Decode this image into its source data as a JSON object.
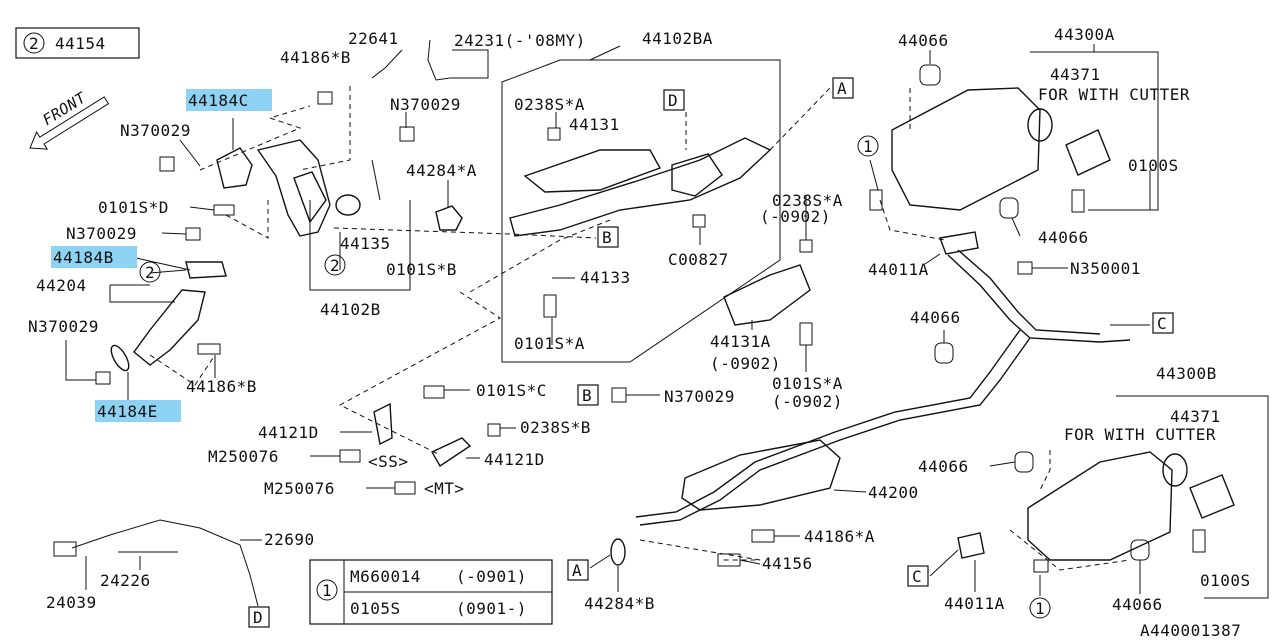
{
  "legend_top": {
    "circle": "2",
    "part": "44154"
  },
  "front_label": "FRONT",
  "legend_bottom": {
    "circle": "1",
    "rows": [
      {
        "part": "M660014",
        "range": "(-0901)"
      },
      {
        "part": "0105S",
        "range": "(0901-)"
      }
    ]
  },
  "callouts": {
    "A": "A",
    "B": "B",
    "C": "C",
    "D": "D"
  },
  "markers": {
    "one": "1",
    "two": "2"
  },
  "labels": {
    "p22641": "22641",
    "p24231": "24231(-'08MY)",
    "p44102BA": "44102BA",
    "p44186B_top": "44186*B",
    "p44184C": "44184C",
    "pN370029_a": "N370029",
    "pN370029_b": "N370029",
    "p0238SA_top": "0238S*A",
    "p44131": "44131",
    "p44284A": "44284*A",
    "p0101SD": "0101S*D",
    "pN370029_c": "N370029",
    "p44184B": "44184B",
    "p44135": "44135",
    "p0101SB": "0101S*B",
    "p44204": "44204",
    "p44102B": "44102B",
    "p44133": "44133",
    "pC00827": "C00827",
    "pN370029_d": "N370029",
    "p0101SA_mid": "0101S*A",
    "p44186B_bot": "44186*B",
    "p44184E": "44184E",
    "p0101SC": "0101S*C",
    "pN370029_e": "N370029",
    "p44121D_a": "44121D",
    "p0238SB": "0238S*B",
    "pM250076_a": "M250076",
    "pSS": "<SS>",
    "p44121D_b": "44121D",
    "pM250076_b": "M250076",
    "pMT": "<MT>",
    "p22690": "22690",
    "p24226": "24226",
    "p24039": "24039",
    "p0238SA_right": "0238S*A",
    "p0902_a": "(-0902)",
    "p44131A": "44131A",
    "p0902_b": "(-0902)",
    "p0101SA_right": "0101S*A",
    "p0902_c": "(-0902)",
    "p44066_a": "44066",
    "p44300A": "44300A",
    "p44371_a": "44371",
    "pCutter_a": "FOR WITH CUTTER",
    "p0100S_a": "0100S",
    "p44066_b": "44066",
    "p44011A_a": "44011A",
    "pN350001": "N350001",
    "p44066_c": "44066",
    "p44300B": "44300B",
    "p44371_b": "44371",
    "pCutter_b": "FOR WITH CUTTER",
    "p44066_d": "44066",
    "p44200": "44200",
    "p44186A": "44186*A",
    "p44156": "44156",
    "p44284B": "44284*B",
    "p44011A_b": "44011A",
    "p44066_e": "44066",
    "p0100S_b": "0100S",
    "figure_id": "A440001387"
  }
}
